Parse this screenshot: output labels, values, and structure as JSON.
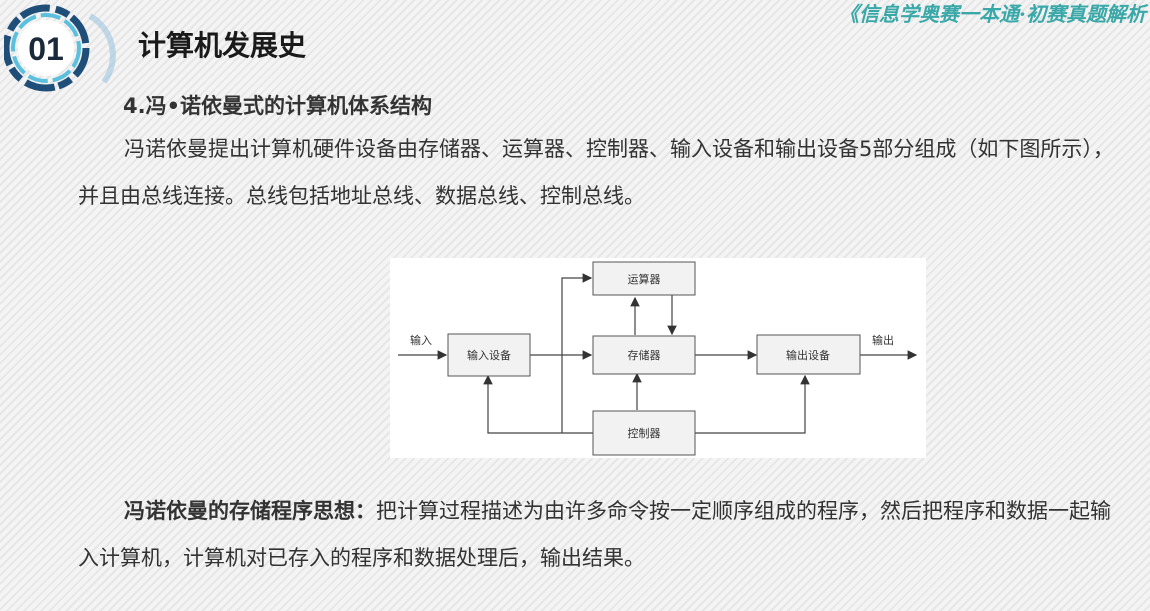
{
  "header": {
    "badge_number": "01",
    "title": "计算机发展史",
    "series_title": "《信息学奥赛一本通·初赛真题解析"
  },
  "section": {
    "subtitle": "4.冯•诺依曼式的计算机体系结构",
    "paragraph1": "冯诺依曼提出计算机硬件设备由存储器、运算器、控制器、输入设备和输出设备5部分组成（如下图所示），并且由总线连接。总线包括地址总线、数据总线、控制总线。",
    "paragraph2_bold": "冯诺依曼的存储程序思想：",
    "paragraph2": "把计算过程描述为由许多命令按一定顺序组成的程序，然后把程序和数据一起输入计算机，计算机对已存入的程序和数据处理后，输出结果。"
  },
  "diagram": {
    "input_label": "输入",
    "output_label": "输出",
    "alu": "运算器",
    "input_device": "输入设备",
    "memory": "存储器",
    "output_device": "输出设备",
    "controller": "控制器"
  }
}
